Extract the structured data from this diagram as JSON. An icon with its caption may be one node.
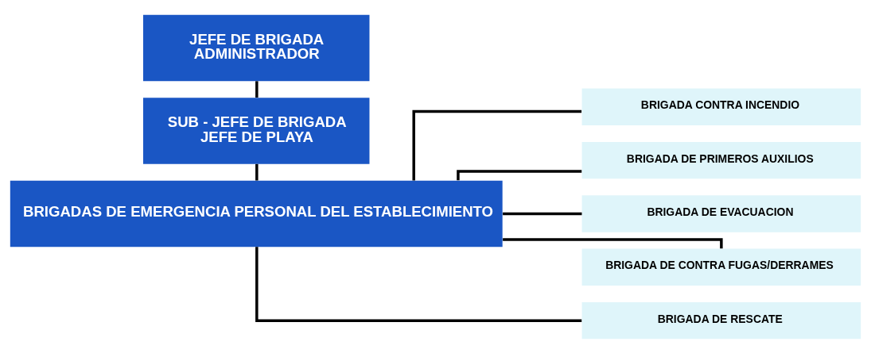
{
  "diagram": {
    "nodes": [
      {
        "text": [
          "JEFE DE BRIGADA",
          "ADMINISTRADOR"
        ]
      },
      {
        "text": [
          "SUB - JEFE DE BRIGADA",
          "JEFE DE PLAYA"
        ]
      },
      {
        "text": [
          "BRIGADAS DE EMERGENCIA PERSONAL DEL ESTABLECIMIENTO"
        ]
      },
      {
        "text": [
          "BRIGADA CONTRA INCENDIO"
        ]
      },
      {
        "text": [
          "BRIGADA DE PRIMEROS AUXILIOS"
        ]
      },
      {
        "text": [
          "BRIGADA DE EVACUACION"
        ]
      },
      {
        "text": [
          "BRIGADA DE CONTRA FUGAS/DERRAMES"
        ]
      },
      {
        "text": [
          "BRIGADA DE RESCATE"
        ]
      }
    ],
    "edges": [
      {
        "from": 0,
        "to": 1,
        "arrow": "none"
      },
      {
        "from": 1,
        "to": 2,
        "arrow": "none"
      },
      {
        "from": 2,
        "to": 3,
        "arrow": "none"
      },
      {
        "from": 2,
        "to": 4,
        "arrow": "none"
      },
      {
        "from": 2,
        "to": 5,
        "arrow": "none"
      },
      {
        "from": 2,
        "to": 6,
        "arrow": "none"
      },
      {
        "from": 2,
        "to": 7,
        "arrow": "none"
      }
    ]
  }
}
